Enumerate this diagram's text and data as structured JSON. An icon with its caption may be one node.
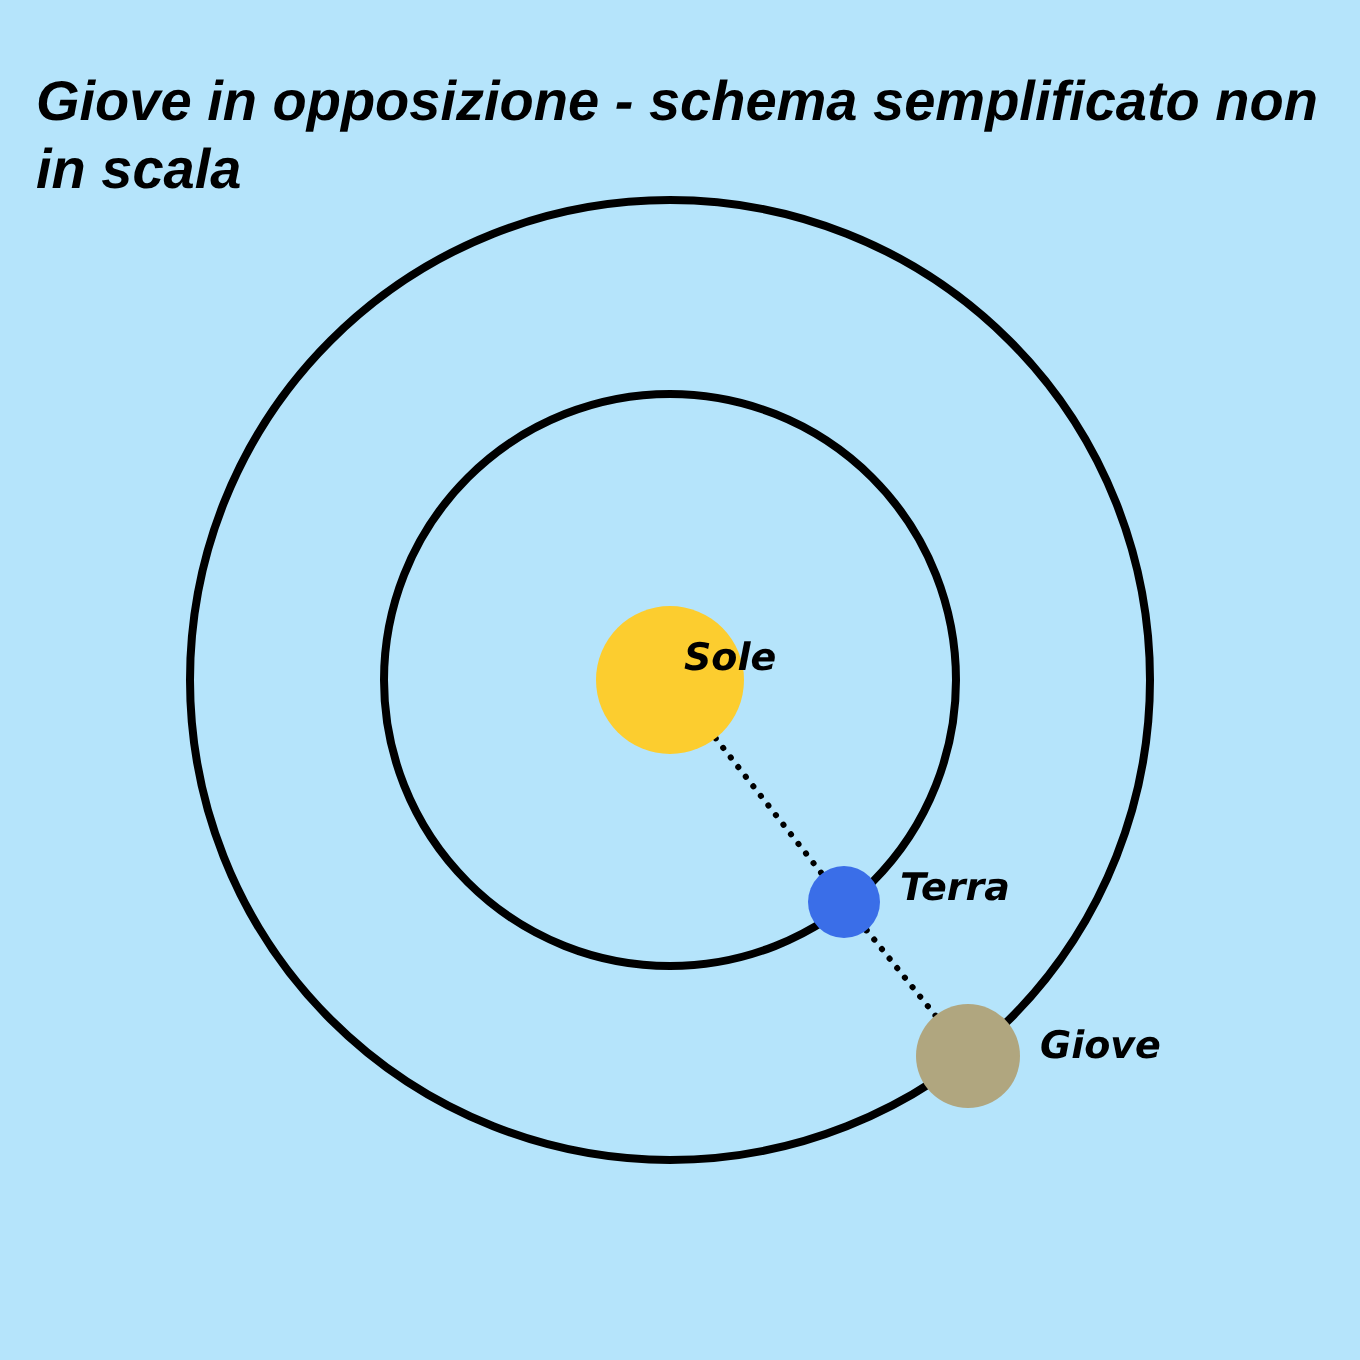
{
  "diagram": {
    "title": "Giove in opposizione - schema semplificato non in scala",
    "nodes": [
      {
        "text": [
          "Sole"
        ]
      },
      {
        "text": [
          "Terra"
        ]
      },
      {
        "text": [
          "Giove"
        ]
      }
    ],
    "edges": [
      {
        "from": 0,
        "to": 1,
        "arrow": "none",
        "style": "dashed"
      },
      {
        "from": 1,
        "to": 2,
        "arrow": "none",
        "style": "dashed"
      }
    ]
  }
}
